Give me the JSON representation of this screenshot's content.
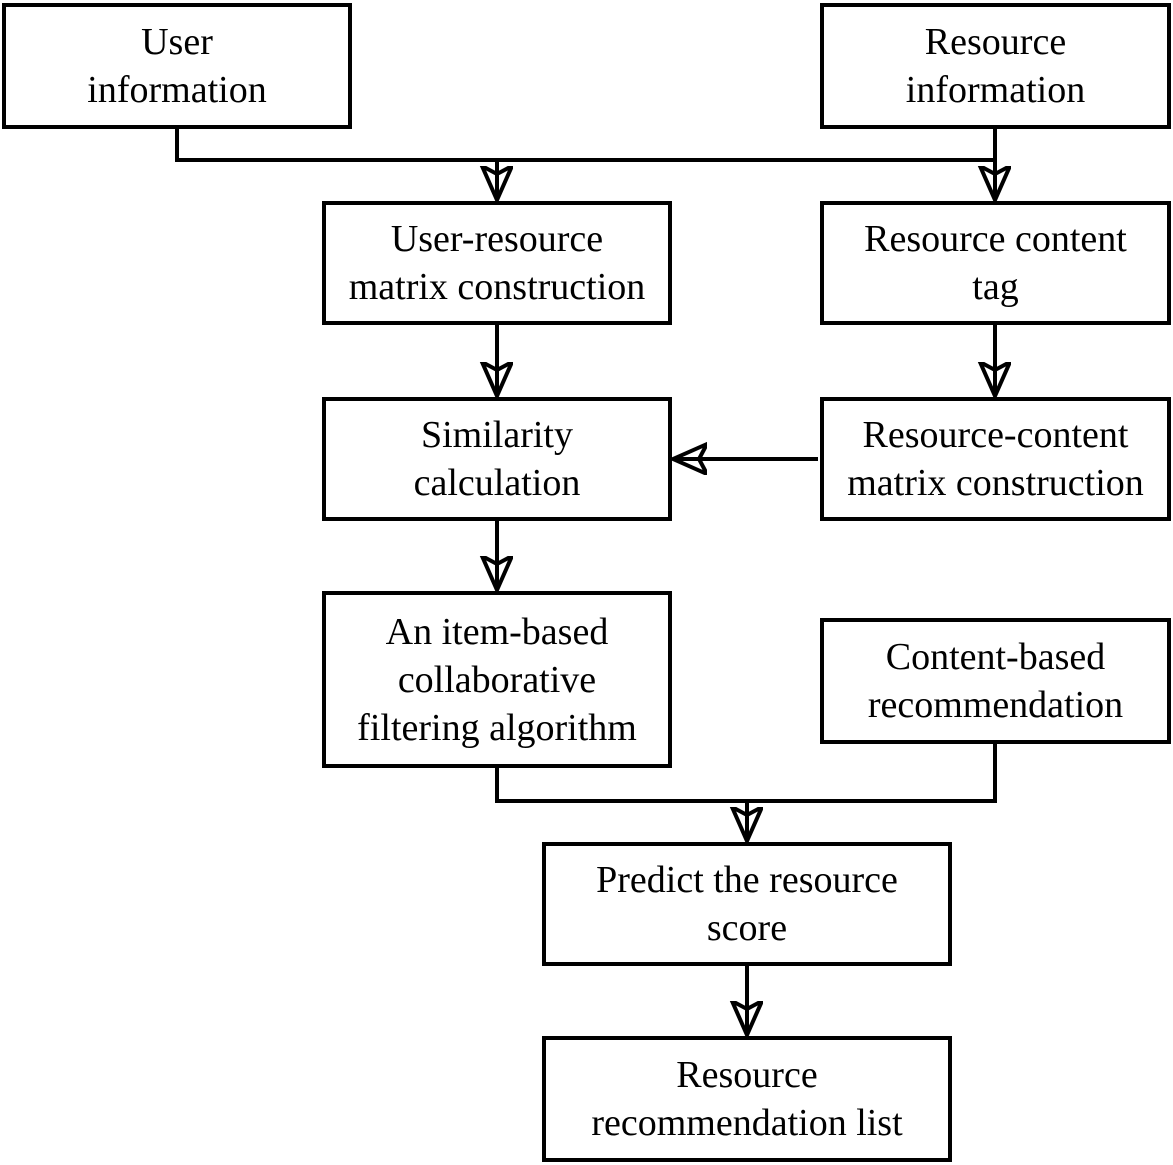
{
  "canvas": {
    "background_color": "#ffffff",
    "line_color": "#000000",
    "text_color": "#000000"
  },
  "nodes": [
    {
      "id": "user-information",
      "label": [
        "User",
        "information"
      ]
    },
    {
      "id": "resource-information",
      "label": [
        "Resource",
        "information"
      ]
    },
    {
      "id": "user-resource-matrix-construction",
      "label": [
        "User-resource",
        "matrix construction"
      ]
    },
    {
      "id": "resource-content-tag",
      "label": [
        "Resource content",
        "tag"
      ]
    },
    {
      "id": "similarity-calculation",
      "label": [
        "Similarity",
        "calculation"
      ]
    },
    {
      "id": "resource-content-matrix-construction",
      "label": [
        "Resource-content",
        "matrix construction"
      ]
    },
    {
      "id": "item-based-collaborative-filtering",
      "label": [
        "An item-based",
        "collaborative",
        "filtering algorithm"
      ]
    },
    {
      "id": "content-based-recommendation",
      "label": [
        "Content-based",
        "recommendation"
      ]
    },
    {
      "id": "predict-resource-score",
      "label": [
        "Predict the resource",
        "score"
      ]
    },
    {
      "id": "resource-recommendation-list",
      "label": [
        "Resource",
        "recommendation list"
      ]
    }
  ],
  "edges": [
    {
      "from": "user-information",
      "to": "user-resource-matrix-construction"
    },
    {
      "from": "resource-information",
      "to": "user-resource-matrix-construction"
    },
    {
      "from": "resource-information",
      "to": "resource-content-tag"
    },
    {
      "from": "user-resource-matrix-construction",
      "to": "similarity-calculation"
    },
    {
      "from": "resource-content-tag",
      "to": "resource-content-matrix-construction"
    },
    {
      "from": "resource-content-matrix-construction",
      "to": "similarity-calculation"
    },
    {
      "from": "similarity-calculation",
      "to": "item-based-collaborative-filtering"
    },
    {
      "from": "item-based-collaborative-filtering",
      "to": "predict-resource-score"
    },
    {
      "from": "content-based-recommendation",
      "to": "predict-resource-score"
    },
    {
      "from": "predict-resource-score",
      "to": "resource-recommendation-list"
    }
  ]
}
